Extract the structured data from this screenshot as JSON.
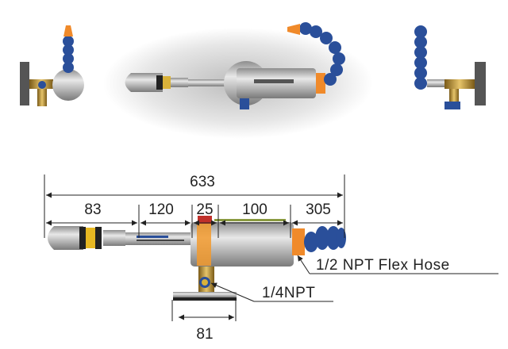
{
  "dimensions": {
    "overall": "633",
    "segments": [
      "83",
      "120",
      "25",
      "100",
      "305"
    ],
    "base_width": "81"
  },
  "callouts": {
    "flex_hose": "1/2 NPT Flex Hose",
    "port": "1/4NPT"
  },
  "colors": {
    "hose_blue": "#2a4f9a",
    "nozzle_orange": "#f08a2a",
    "brass": "#c8a24a",
    "line": "#222222"
  }
}
